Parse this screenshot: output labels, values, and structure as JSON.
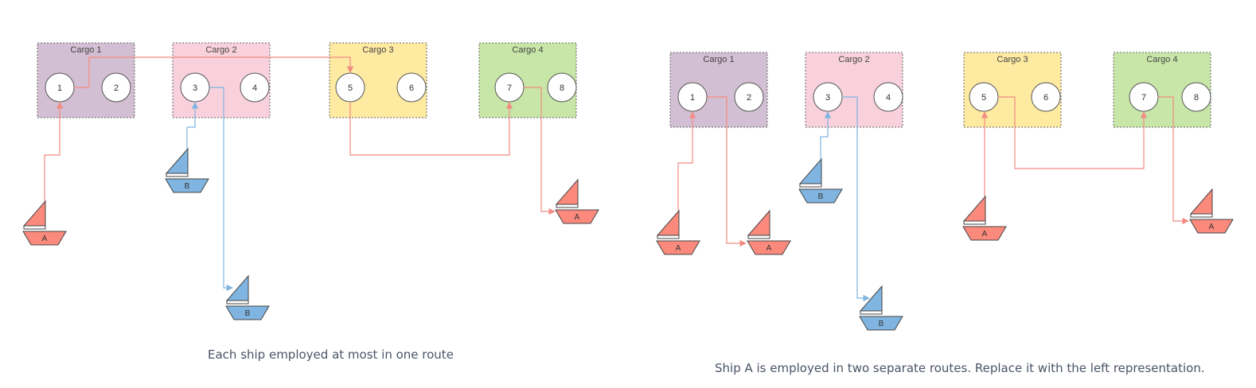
{
  "colors": {
    "purple": "#d3bfd3",
    "pink": "#f8d1dc",
    "yellow": "#feeaa1",
    "green": "#c7e6a8",
    "red": "#fb8a7c",
    "blue": "#7fb5e0",
    "route_red": "#f28b82",
    "route_blue": "#7fb5e0"
  },
  "captions": {
    "left": "Each ship employed at most in one route",
    "right": "Ship A is employed in two separate routes. Replace it with the left representation."
  },
  "panels": [
    {
      "cargos": [
        {
          "label": "Cargo 1",
          "color": "purple",
          "nodes": [
            "1",
            "2"
          ]
        },
        {
          "label": "Cargo 2",
          "color": "pink",
          "nodes": [
            "3",
            "4"
          ]
        },
        {
          "label": "Cargo 3",
          "color": "yellow",
          "nodes": [
            "5",
            "6"
          ]
        },
        {
          "label": "Cargo 4",
          "color": "green",
          "nodes": [
            "7",
            "8"
          ]
        }
      ],
      "ships": [
        {
          "id": "ship-a-start",
          "label": "A",
          "color": "red"
        },
        {
          "id": "ship-b-start",
          "label": "B",
          "color": "blue"
        },
        {
          "id": "ship-b-end",
          "label": "B",
          "color": "blue"
        },
        {
          "id": "ship-a-end",
          "label": "A",
          "color": "red"
        }
      ]
    },
    {
      "cargos": [
        {
          "label": "Cargo 1",
          "color": "purple",
          "nodes": [
            "1",
            "2"
          ]
        },
        {
          "label": "Cargo 2",
          "color": "pink",
          "nodes": [
            "3",
            "4"
          ]
        },
        {
          "label": "Cargo 3",
          "color": "yellow",
          "nodes": [
            "5",
            "6"
          ]
        },
        {
          "label": "Cargo 4",
          "color": "green",
          "nodes": [
            "7",
            "8"
          ]
        }
      ],
      "ships": [
        {
          "id": "ship-a-start-1",
          "label": "A",
          "color": "red"
        },
        {
          "id": "ship-a-end-1",
          "label": "A",
          "color": "red"
        },
        {
          "id": "ship-b-start",
          "label": "B",
          "color": "blue"
        },
        {
          "id": "ship-b-end",
          "label": "B",
          "color": "blue"
        },
        {
          "id": "ship-a-start-2",
          "label": "A",
          "color": "red"
        },
        {
          "id": "ship-a-end-2",
          "label": "A",
          "color": "red"
        }
      ]
    }
  ]
}
